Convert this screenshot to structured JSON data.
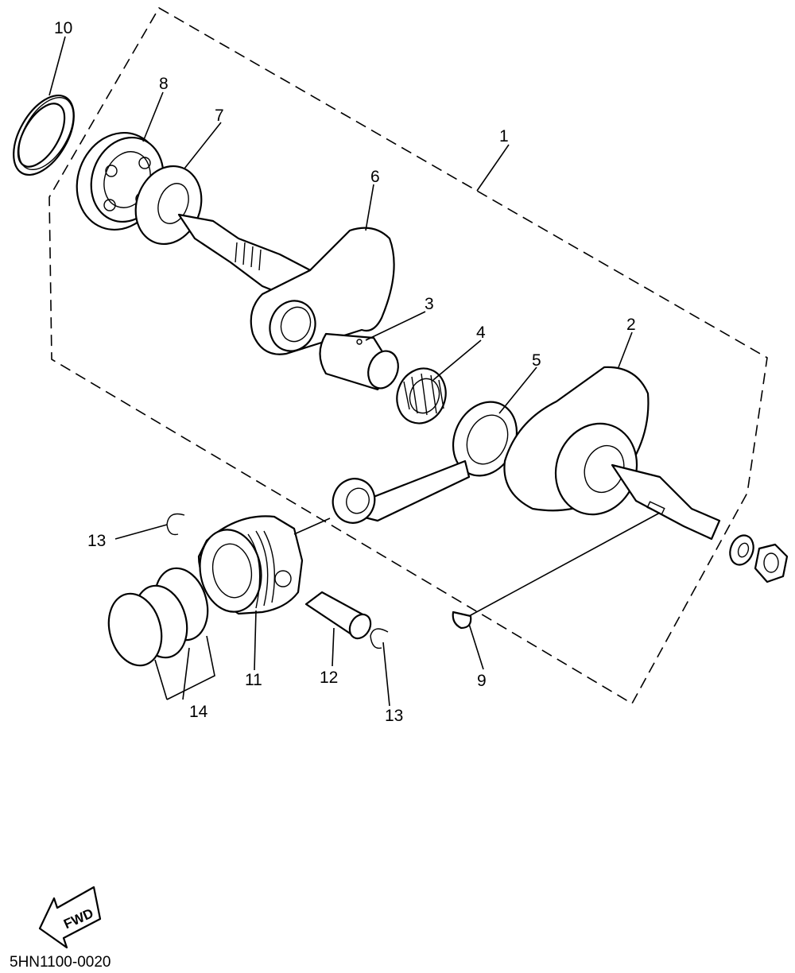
{
  "diagram": {
    "callouts": [
      {
        "id": "c1",
        "label": "1"
      },
      {
        "id": "c2",
        "label": "2"
      },
      {
        "id": "c3",
        "label": "3"
      },
      {
        "id": "c4",
        "label": "4"
      },
      {
        "id": "c5",
        "label": "5"
      },
      {
        "id": "c6",
        "label": "6"
      },
      {
        "id": "c7",
        "label": "7"
      },
      {
        "id": "c8",
        "label": "8"
      },
      {
        "id": "c9",
        "label": "9"
      },
      {
        "id": "c10",
        "label": "10"
      },
      {
        "id": "c11",
        "label": "11"
      },
      {
        "id": "c12",
        "label": "12"
      },
      {
        "id": "c13a",
        "label": "13"
      },
      {
        "id": "c13b",
        "label": "13"
      },
      {
        "id": "c14",
        "label": "14"
      }
    ],
    "fwd_label": "FWD",
    "figure_code": "5HN1100-0020"
  },
  "colors": {
    "line": "#000000",
    "background": "#ffffff"
  }
}
